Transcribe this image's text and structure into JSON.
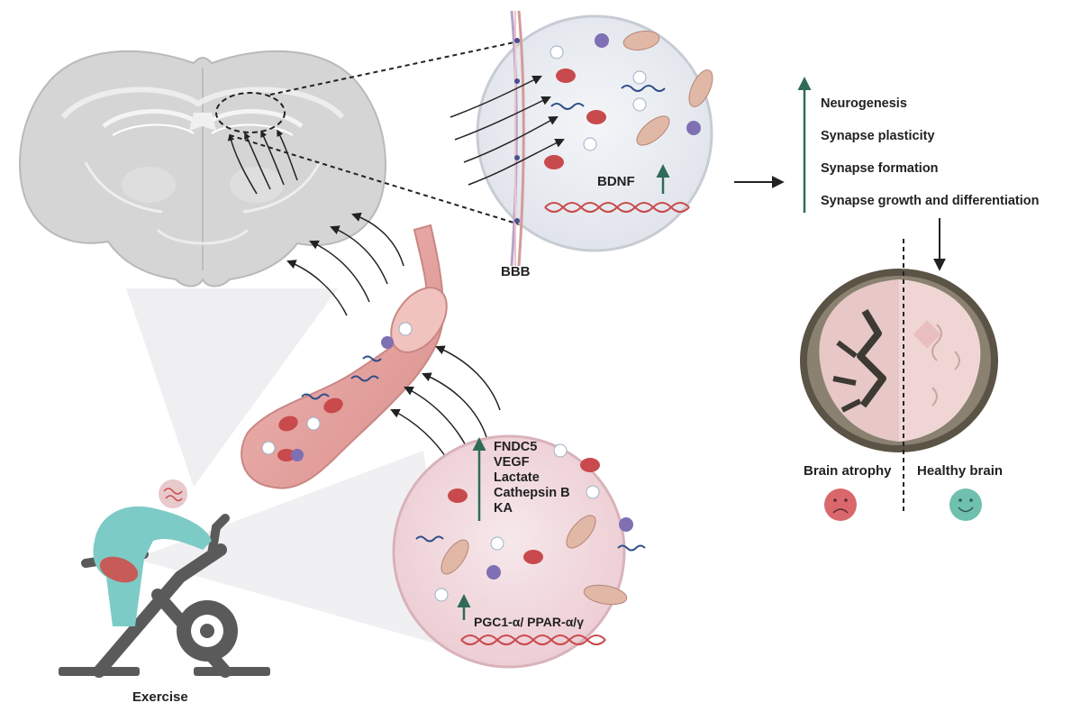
{
  "labels": {
    "bbb": "BBB",
    "bdnf": "BDNF",
    "exercise": "Exercise",
    "pgc": "PGC1-α/ PPAR-α/γ",
    "brain_atrophy": "Brain atrophy",
    "healthy_brain": "Healthy brain"
  },
  "effects": [
    "Neurogenesis",
    "Synapse plasticity",
    "Synapse formation",
    "Synapse growth and differentiation"
  ],
  "myokines": [
    "FNDC5",
    "VEGF",
    "Lactate",
    "Cathepsin B",
    "KA"
  ],
  "colors": {
    "up_arrow": "#2f6b58",
    "rbc": "#c94a4c",
    "vessel": "#e4a3a0",
    "circle_fill": "#f3dfe3",
    "brain_gray": "#d6d6d6",
    "person": "#7ccbc6",
    "sad_face": "#d9676c",
    "happy_face": "#6fc0ae"
  },
  "icons": {
    "sad": "sad-face-icon",
    "happy": "happy-face-icon"
  }
}
